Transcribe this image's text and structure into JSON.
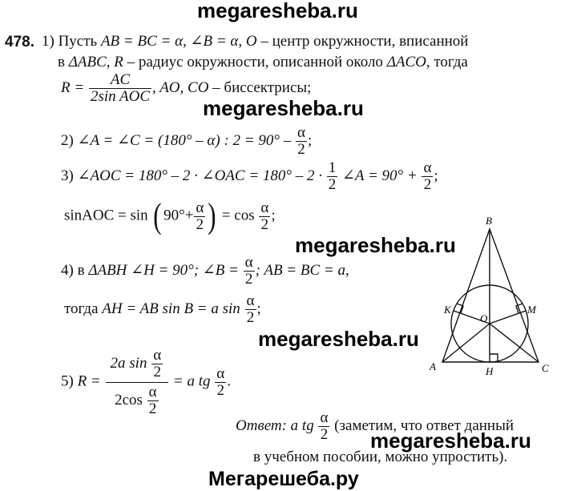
{
  "watermarks": {
    "top": "megaresheba.ru",
    "mid1": "megaresheba.ru",
    "mid2": "megaresheba.ru",
    "mid3": "megaresheba.ru",
    "mid4": "megaresheba.ru",
    "footer": "Мегарешеба.ру"
  },
  "problem": {
    "number": "478.",
    "step1": {
      "lead": "1) Пусть ",
      "math1": "AB = BC = α, ∠B = α, O",
      "text1": " – центр окружности, вписанной",
      "line2a": "в  ",
      "math2": "ΔABC, R",
      "text2": " – радиус окружности,  описанной около ",
      "math3": "ΔACO",
      "text3": ", тогда",
      "r_eq": "R =",
      "frac_num": "AC",
      "frac_den": "2sin AOC",
      "math4": ", AO, CO",
      "text4": " – биссектрисы;"
    },
    "step2": {
      "lead": "2) ",
      "math": "∠A = ∠C = (180° – α) : 2 = 90° –",
      "fnum": "α",
      "fden": "2",
      "tail": ";"
    },
    "step3": {
      "lead": "3) ",
      "math": "∠AOC = 180° – 2 · ∠OAC = 180° – 2 ·",
      "f1num": "1",
      "f1den": "2",
      "mid": "∠A = 90° +",
      "f2num": "α",
      "f2den": "2",
      "tail": ";"
    },
    "step3b": {
      "lhs": "sinAOC = sin",
      "inner": "90°+",
      "fnum": "α",
      "fden": "2",
      "mid": "= cos",
      "f2num": "α",
      "f2den": "2",
      "tail": ";"
    },
    "step4": {
      "lead": "4) в ",
      "math1": "ΔABH  ∠H = 90°; ∠B =",
      "fnum": "α",
      "fden": "2",
      "math2": "; AB = BC = a",
      "tail": ","
    },
    "step4b": {
      "text": "тогда ",
      "math": "AH = AB sin B = a sin",
      "fnum": "α",
      "fden": "2",
      "tail": ";"
    },
    "step5": {
      "lead": "5) ",
      "r_eq": "R =",
      "top_text": "2a sin",
      "top_fnum": "α",
      "top_fden": "2",
      "bot_text": "2cos",
      "bot_fnum": "α",
      "bot_fden": "2",
      "rhs": "= a tg",
      "r_fnum": "α",
      "r_fden": "2",
      "tail": "."
    },
    "answer": {
      "label": "Ответ:",
      "math": " a tg",
      "fnum": "α",
      "fden": "2",
      "text1": " (заметим, что ответ данный",
      "text2": "в учебном пособии, можно упростить)."
    }
  },
  "figure": {
    "labels": {
      "B": "B",
      "A": "A",
      "C": "C",
      "O": "O",
      "K": "K",
      "M": "M",
      "H": "H"
    },
    "stroke_color": "#111111"
  }
}
